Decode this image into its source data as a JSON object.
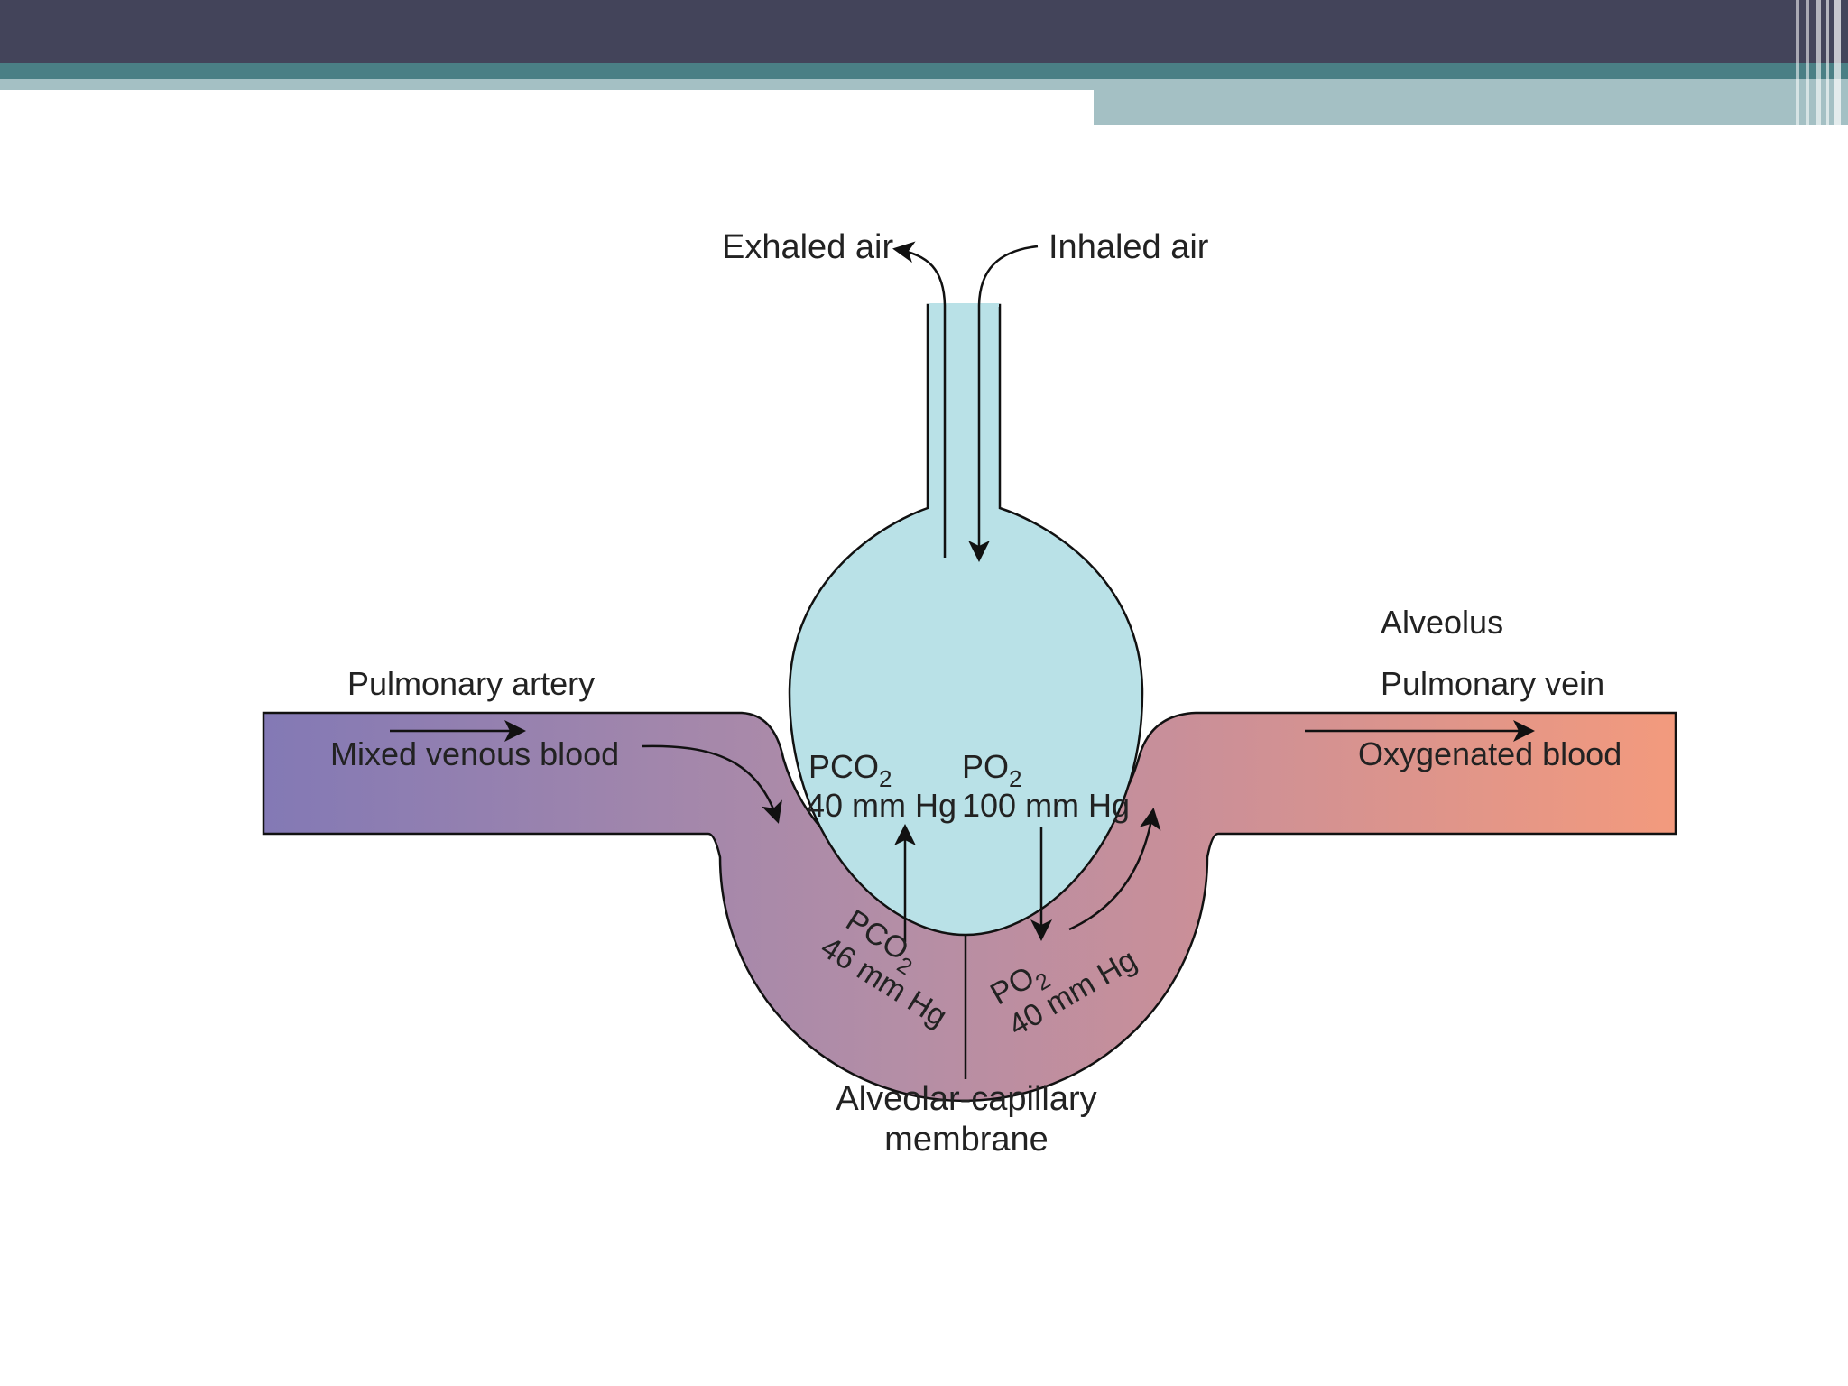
{
  "colors": {
    "header_dark": "#43445a",
    "header_teal": "#4a7f85",
    "header_light": "#a4c0c4",
    "alveolus_fill": "#b9e1e7",
    "venous_blood": "#8379b5",
    "mid_blood": "#b48ea6",
    "arterial_blood": "#f39a7d",
    "outline": "#111111"
  },
  "diagram": {
    "airway": {
      "exhaled_label": "Exhaled air",
      "inhaled_label": "Inhaled air"
    },
    "alveolus_label": "Alveolus",
    "pulmonary_artery": {
      "label": "Pulmonary artery",
      "blood_label": "Mixed venous blood"
    },
    "pulmonary_vein": {
      "label": "Pulmonary vein",
      "blood_label": "Oxygenated blood"
    },
    "alveolar_gas": {
      "pco2_symbol": "PCO",
      "pco2_subscript": "2",
      "pco2_value": "40 mm Hg",
      "po2_symbol": "PO",
      "po2_subscript": "2",
      "po2_value": "100 mm Hg"
    },
    "capillary_gas": {
      "pco2_symbol": "PCO",
      "pco2_subscript": "2",
      "pco2_value": "46 mm Hg",
      "po2_symbol": "PO",
      "po2_subscript": "2",
      "po2_value": "40 mm Hg"
    },
    "membrane_label": {
      "line1": "Alveolar-capillary",
      "line2": "membrane"
    }
  }
}
